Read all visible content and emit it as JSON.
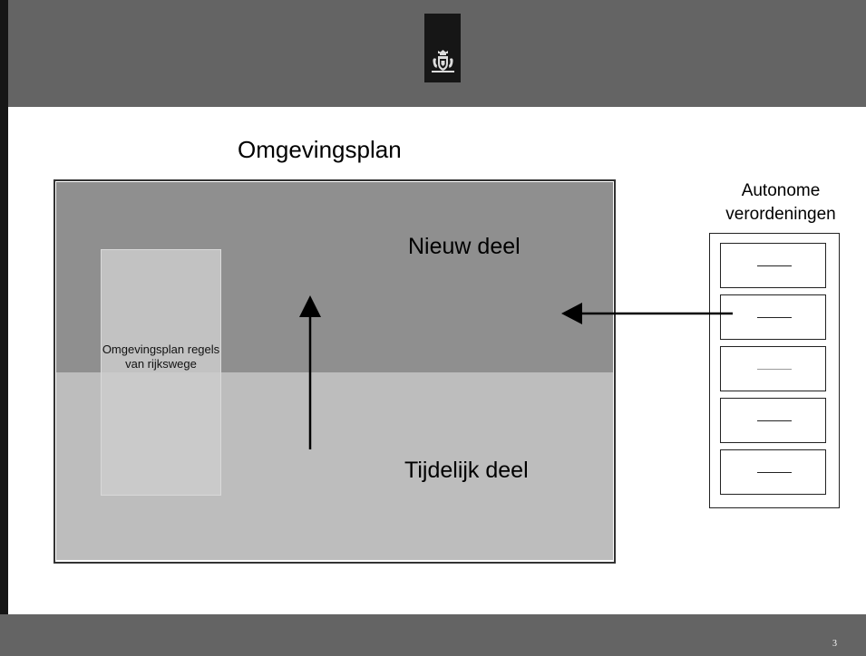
{
  "slide": {
    "title": "Omgevingsplan",
    "page_number": "3"
  },
  "diagram": {
    "rijksregels_label": "Omgevingsplan regels van rijkswege",
    "new_part_label": "Nieuw deel",
    "temporary_part_label": "Tijdelijk deel",
    "autonomous_title": "Autonome verordeningen",
    "drawer_count": 5,
    "arrows": [
      {
        "from": "Tijdelijk deel",
        "to": "Nieuw deel"
      },
      {
        "from": "Autonome verordeningen",
        "to": "Nieuw deel"
      }
    ]
  },
  "colors": {
    "bar": "#646464",
    "new_part": "#8f8f8f",
    "temporary_part": "#bdbdbd",
    "logo_bg": "#161616"
  },
  "icons": {
    "logo": "rijksoverheid-coat-of-arms-icon"
  }
}
